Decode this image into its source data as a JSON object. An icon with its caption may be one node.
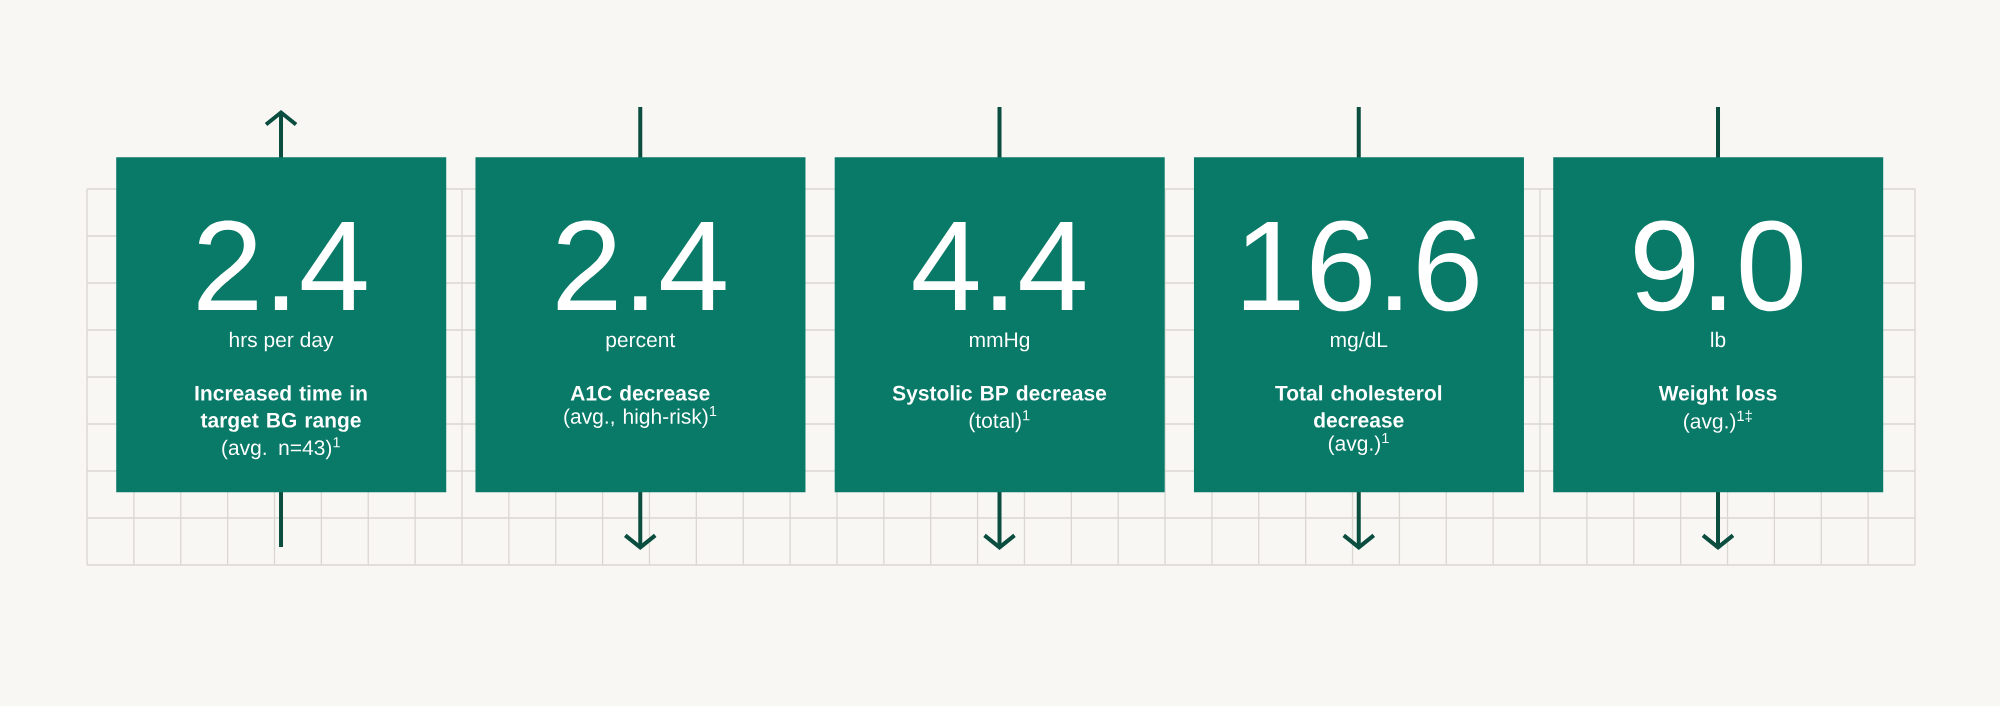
{
  "diagram": {
    "nodes": [
      {
        "text": [
          "2.4",
          "hrs per day",
          "Increased time in target BG range",
          "(avg. n=43)$^{1}$"
        ]
      },
      {
        "text": [
          "2.4",
          "percent",
          "A1C decrease",
          "(avg., high-risk)$^{1}$"
        ]
      },
      {
        "text": [
          "4.4",
          "mmHg",
          "Systolic BP decrease",
          "(total)$^{1}$"
        ]
      },
      {
        "text": [
          "16.6",
          "mg/dL",
          "Total cholesterol decrease",
          "(avg.)$^{1}$"
        ]
      },
      {
        "text": [
          "9.0",
          "lb",
          "Weight loss",
          "(avg.)$^{1‡}$"
        ]
      }
    ]
  }
}
